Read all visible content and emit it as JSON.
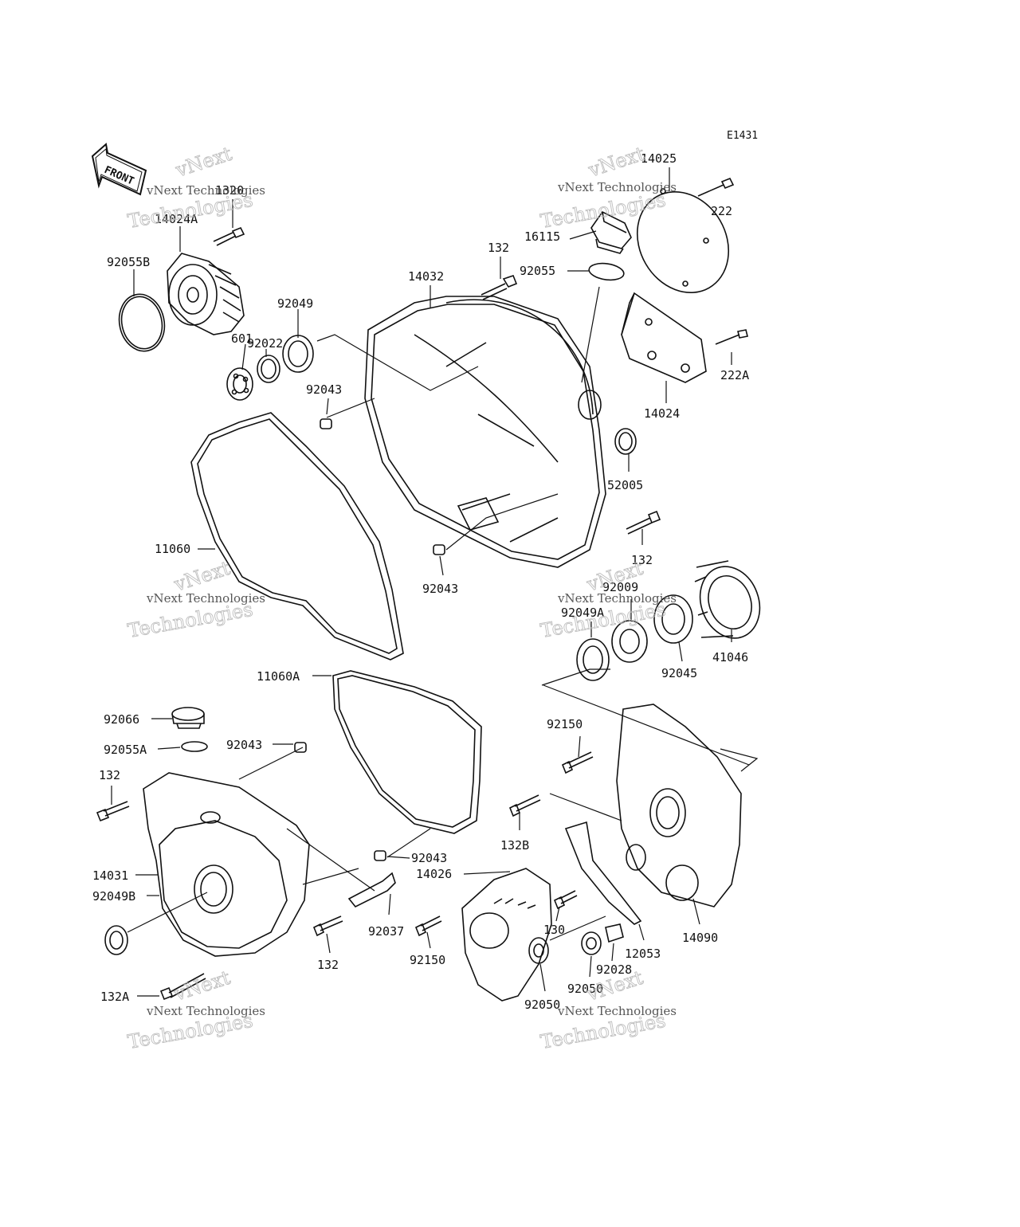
{
  "diagram": {
    "code": "E1431",
    "front_label": "FRONT",
    "watermark": {
      "brand": "vNext",
      "line1": "vNext Technologies",
      "line2": "Technologies"
    },
    "parts": [
      "1320",
      "14024A",
      "92055B",
      "14025",
      "222",
      "16115",
      "132",
      "92055",
      "14032",
      "92049",
      "92022",
      "601",
      "92043",
      "222A",
      "14024",
      "52005",
      "11060",
      "92043",
      "132",
      "92009",
      "92049A",
      "41046",
      "92045",
      "11060A",
      "92066",
      "92150",
      "92043",
      "92055A",
      "132",
      "132B",
      "14031",
      "92043",
      "14026",
      "92049B",
      "92037",
      "130",
      "14090",
      "12053",
      "92150",
      "132",
      "92028",
      "92050",
      "92050",
      "132A"
    ]
  }
}
